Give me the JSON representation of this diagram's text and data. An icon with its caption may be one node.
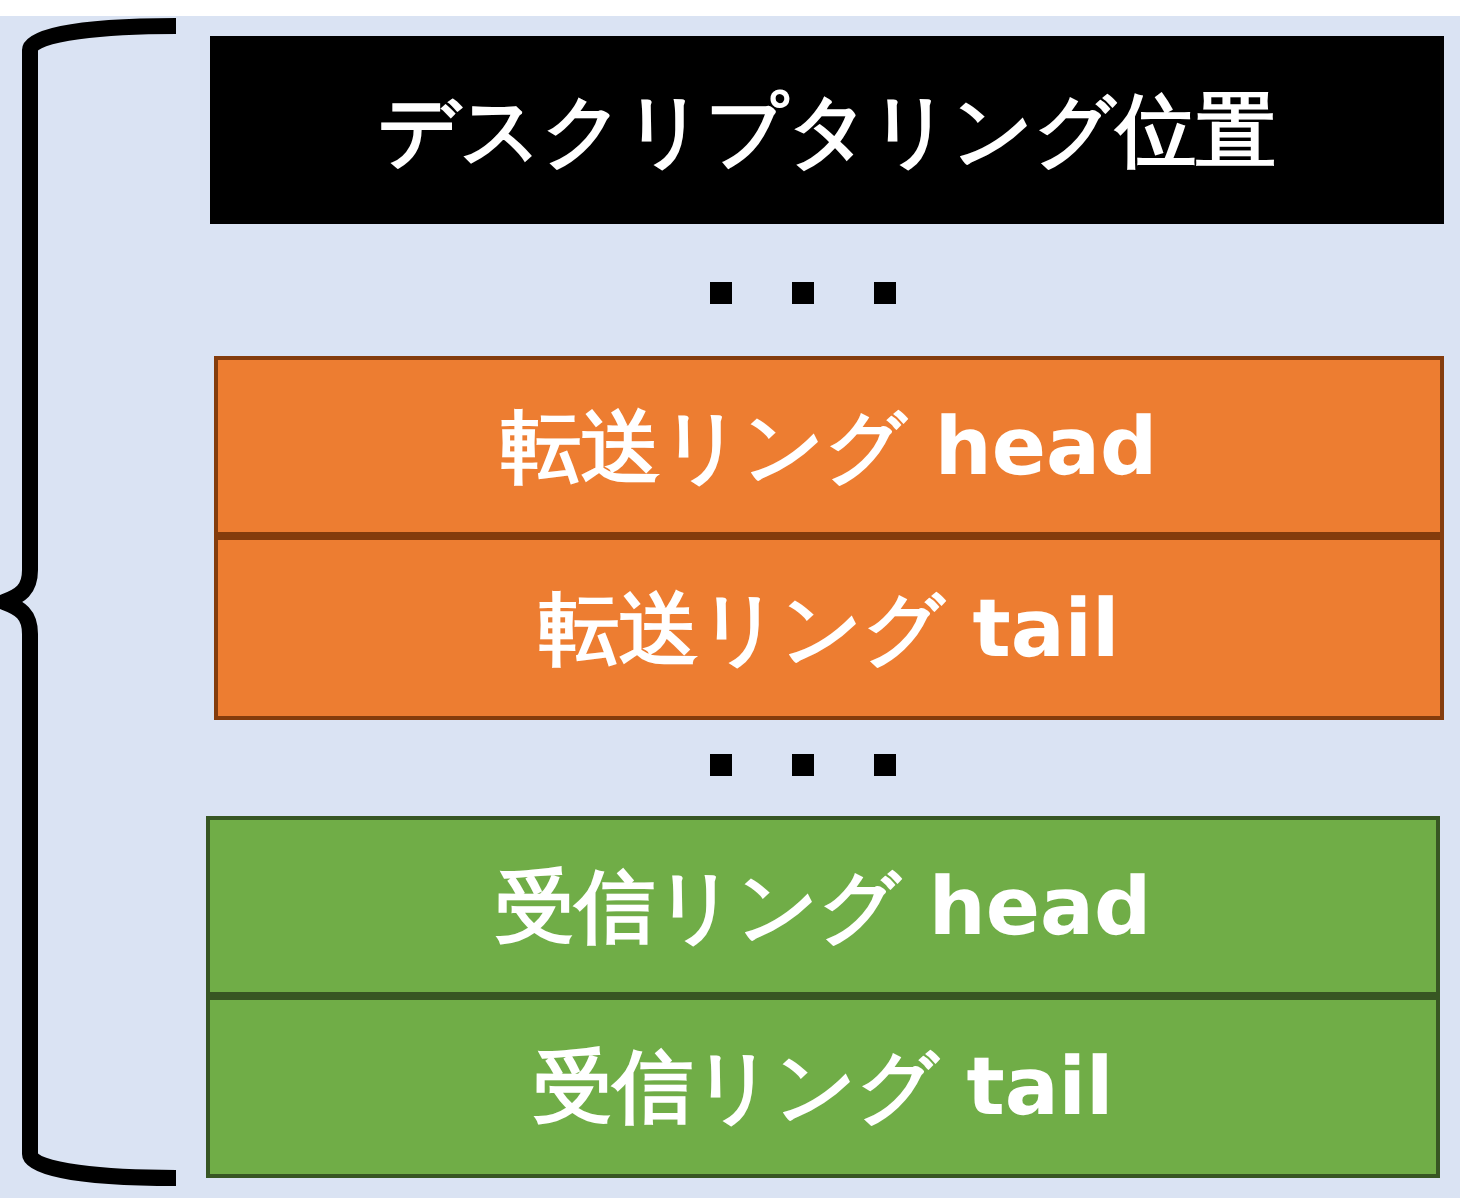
{
  "diagram": {
    "nodes": [
      {
        "text": [
          "デスクリプタリング位置"
        ]
      },
      {
        "text": [
          "転送リング head"
        ]
      },
      {
        "text": [
          "転送リング tail"
        ]
      },
      {
        "text": [
          "受信リング head"
        ]
      },
      {
        "text": [
          "受信リング tail"
        ]
      }
    ]
  }
}
